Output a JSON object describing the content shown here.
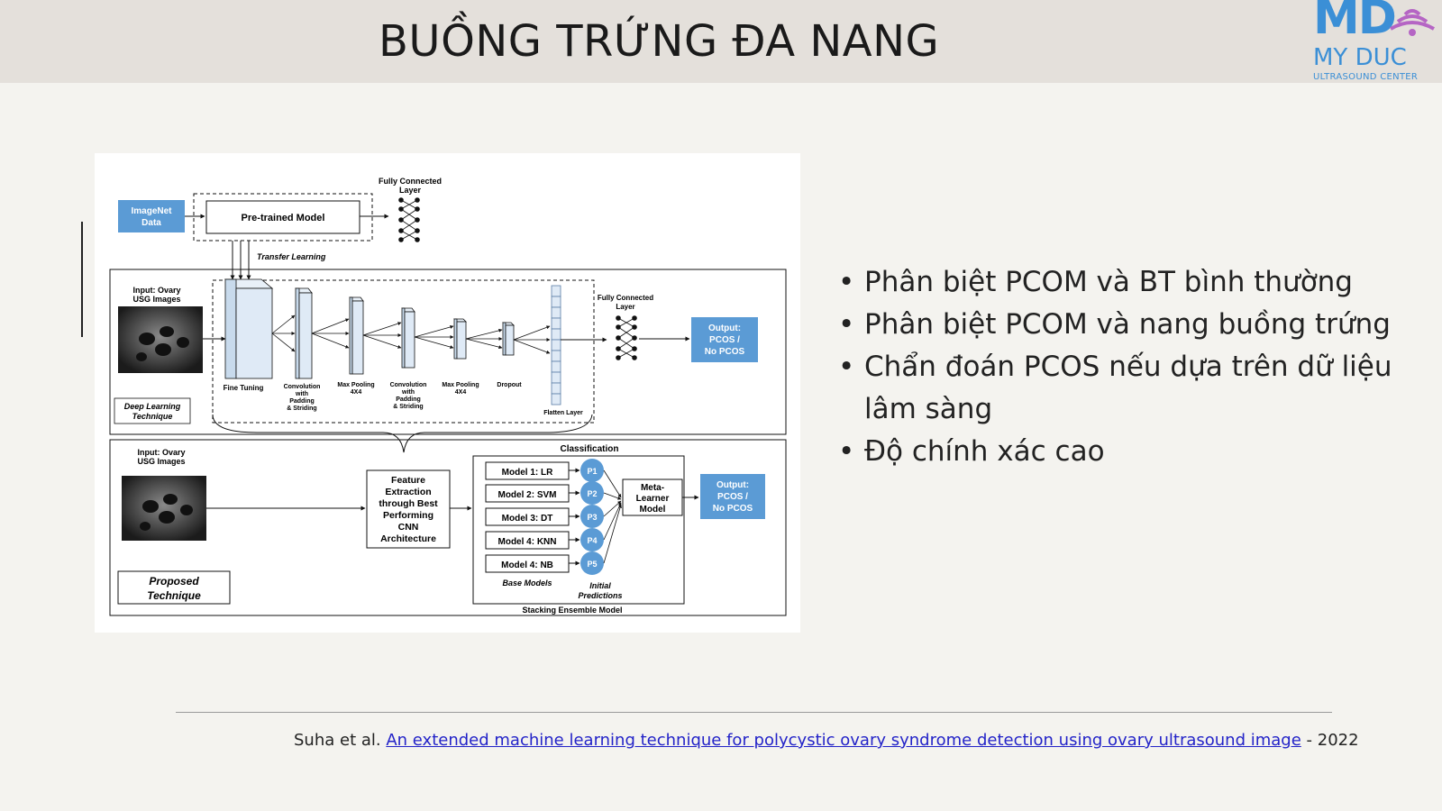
{
  "slide": {
    "title": "BUỒNG TRỨNG ĐA NANG",
    "logo": {
      "mark": "MD",
      "line1": "MY DUC",
      "line2": "ULTRASOUND CENTER"
    },
    "bullets": [
      "Phân biệt PCOM và BT bình thường",
      "Phân biệt PCOM và nang buồng trứng",
      "Chẩn đoán PCOS nếu dựa trên dữ liệu lâm sàng",
      "Độ chính xác cao"
    ],
    "citation": {
      "author": "Suha et al.",
      "link": "An extended machine learning technique for polycystic ovary syndrome detection using ovary ultrasound image",
      "year": "- 2022"
    }
  },
  "diagram": {
    "imagenet": [
      "ImageNet",
      "Data"
    ],
    "pretrained": "Pre-trained Model",
    "fc_top": [
      "Fully Connected",
      "Layer"
    ],
    "transfer": "Transfer Learning",
    "input1": [
      "Input: Ovary",
      "USG Images"
    ],
    "fine_tuning": "Fine Tuning",
    "conv1": [
      "Convolution",
      "with",
      "Padding",
      "& Striding"
    ],
    "maxpool1": [
      "Max Pooling",
      "4X4"
    ],
    "conv2": [
      "Convolution",
      "with",
      "Padding",
      "& Striding"
    ],
    "maxpool2": [
      "Max Pooling",
      "4X4"
    ],
    "dropout": "Dropout",
    "flatten": "Flatten Layer",
    "fc_mid": [
      "Fully Connected",
      "Layer"
    ],
    "output1": [
      "Output:",
      "PCOS /",
      "No PCOS"
    ],
    "dl_technique": [
      "Deep Learning",
      "Technique"
    ],
    "input2": [
      "Input: Ovary",
      "USG Images"
    ],
    "feature": [
      "Feature",
      "Extraction",
      "through Best",
      "Performing",
      "CNN",
      "Architecture"
    ],
    "classification": "Classification",
    "models": [
      "Model 1: LR",
      "Model 2: SVM",
      "Model 3: DT",
      "Model 4: KNN",
      "Model 4: NB"
    ],
    "predictions": [
      "P1",
      "P2",
      "P3",
      "P4",
      "P5"
    ],
    "meta": [
      "Meta-",
      "Learner",
      "Model"
    ],
    "output2": [
      "Output:",
      "PCOS /",
      "No PCOS"
    ],
    "base_models": "Base Models",
    "initial": [
      "Initial",
      "Predictions"
    ],
    "stacking": "Stacking Ensemble Model",
    "proposed": [
      "Proposed",
      "Technique"
    ]
  },
  "colors": {
    "accent_blue": "#5b9bd5",
    "logo_blue": "#3b8fd6",
    "logo_purple": "#b565c4",
    "link": "#2323c8"
  }
}
